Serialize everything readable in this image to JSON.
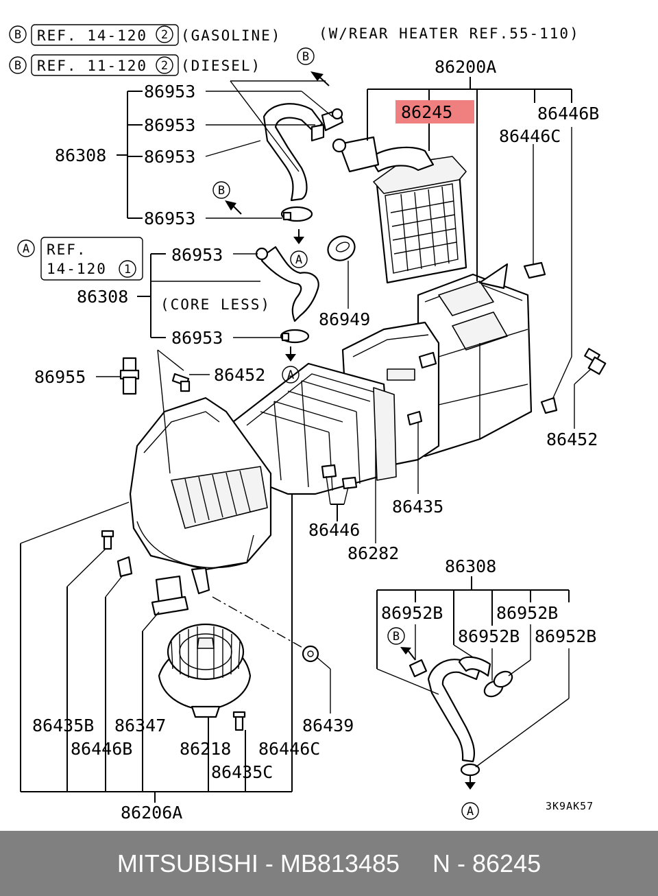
{
  "header": {
    "ref_gasoline_marker": "B",
    "ref_gasoline_text": "REF. 14-120",
    "ref_gasoline_num": "2",
    "ref_gasoline_note": "(GASOLINE)",
    "ref_diesel_marker": "B",
    "ref_diesel_text": "REF. 11-120",
    "ref_diesel_num": "2",
    "ref_diesel_note": "(DIESEL)",
    "rear_heater_note": "(W/REAR HEATER REF.55-110)"
  },
  "ref_a": {
    "marker": "A",
    "line1": "REF.",
    "line2": "14-120",
    "num": "1"
  },
  "markers": {
    "a": "A",
    "b": "B"
  },
  "core_less": "(CORE LESS)",
  "highlight_color": "#f08080",
  "labels": {
    "p86200A": "86200A",
    "p86245": "86245",
    "p86446B_top": "86446B",
    "p86446C_top": "86446C",
    "p86953_1": "86953",
    "p86953_2": "86953",
    "p86953_3": "86953",
    "p86953_4": "86953",
    "p86953_5": "86953",
    "p86953_6": "86953",
    "p86308_top": "86308",
    "p86308_mid": "86308",
    "p86308_right": "86308",
    "p86949": "86949",
    "p86955": "86955",
    "p86452_left": "86452",
    "p86452_right": "86452",
    "p86435": "86435",
    "p86446": "86446",
    "p86282": "86282",
    "p86952B_1": "86952B",
    "p86952B_2": "86952B",
    "p86952B_3": "86952B",
    "p86952B_4": "86952B",
    "p86435B": "86435B",
    "p86347": "86347",
    "p86439": "86439",
    "p86446B_bot": "86446B",
    "p86218": "86218",
    "p86446C_bot": "86446C",
    "p86435C": "86435C",
    "p86206A": "86206A"
  },
  "drawing_code": "3K9AK57",
  "footer": {
    "brand": "MITSUBISHI - MB813485",
    "ref": "N - 86245"
  }
}
